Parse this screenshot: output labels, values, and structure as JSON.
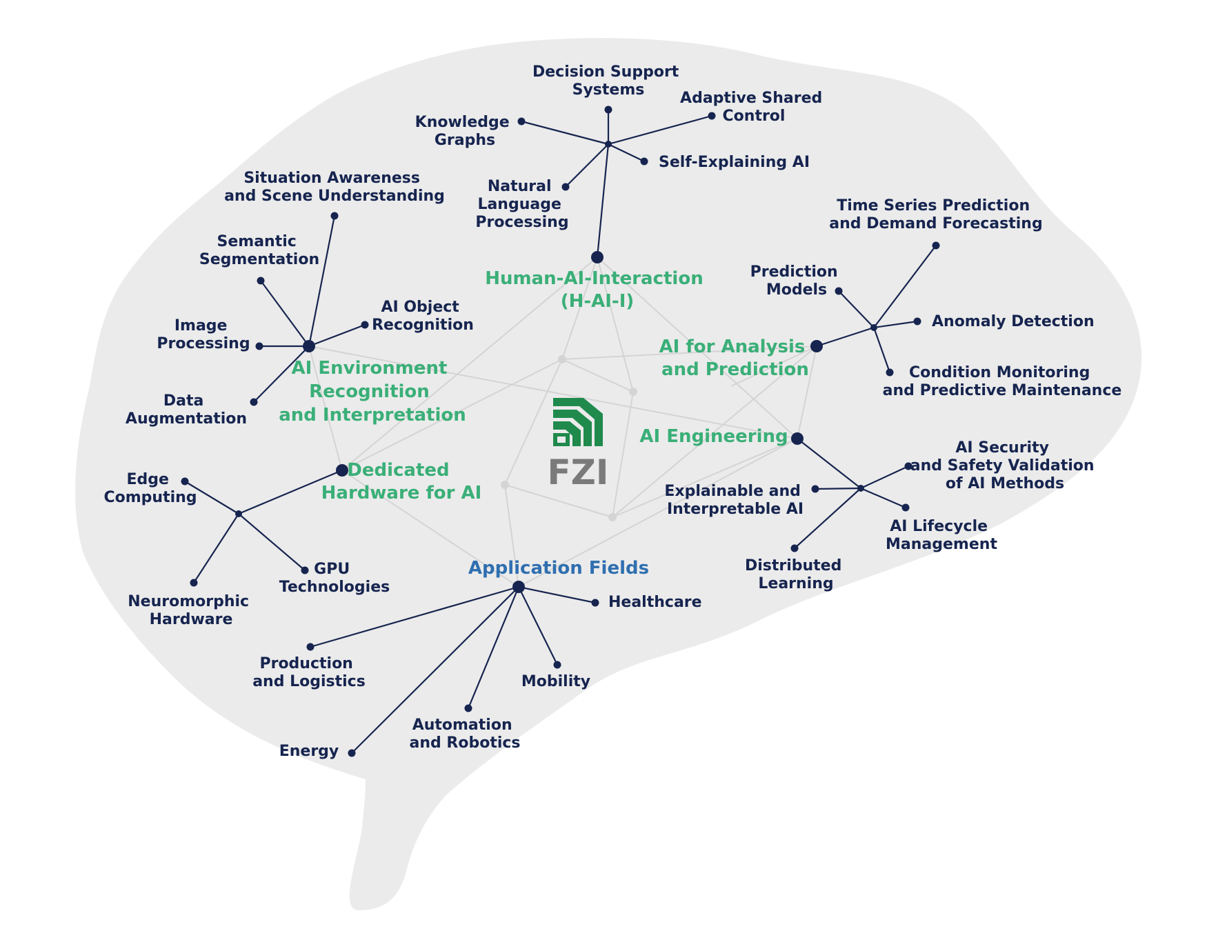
{
  "diagram": {
    "center_logo": {
      "text": "FZI",
      "mark_color": "#1f8a4c",
      "text_color": "#7a7a7a"
    },
    "colors": {
      "background_shape": "#ebebeb",
      "edge": "#16244f",
      "node": "#16244f",
      "category_green": "#3aaf78",
      "category_blue": "#2f6fb0",
      "faint_network": "#d4d4d4"
    },
    "categories": {
      "haii": [
        "Human-AI-Interaction",
        "(H-AI-I)"
      ],
      "env": [
        "AI Environment",
        "Recognition",
        "and Interpretation"
      ],
      "analysis": [
        "AI for Analysis",
        "and Prediction"
      ],
      "engineering": [
        "AI Engineering"
      ],
      "hardware": [
        "Dedicated",
        "Hardware for AI"
      ],
      "application": [
        "Application Fields"
      ]
    },
    "leaves": {
      "decision_support": [
        "Decision Support",
        "Systems"
      ],
      "adaptive_control": [
        "Adaptive Shared",
        "Control"
      ],
      "knowledge_graphs": [
        "Knowledge",
        "Graphs"
      ],
      "self_explaining": [
        "Self-Explaining AI"
      ],
      "nlp": [
        "Natural",
        "Language",
        "Processing"
      ],
      "situation_awareness": [
        "Situation Awareness",
        "and Scene Understanding"
      ],
      "semantic_segmentation": [
        "Semantic",
        "Segmentation"
      ],
      "object_recognition": [
        "AI Object",
        "Recognition"
      ],
      "image_processing": [
        "Image",
        "Processing"
      ],
      "data_augmentation": [
        "Data",
        "Augmentation"
      ],
      "time_series": [
        "Time Series Prediction",
        "and Demand Forecasting"
      ],
      "prediction_models": [
        "Prediction",
        "Models"
      ],
      "anomaly_detection": [
        "Anomaly Detection"
      ],
      "condition_monitoring": [
        "Condition Monitoring",
        "and Predictive Maintenance"
      ],
      "ai_security": [
        "AI Security",
        "and Safety Validation",
        "of AI Methods"
      ],
      "explainable_ai": [
        "Explainable and",
        "Interpretable AI"
      ],
      "lifecycle": [
        "AI Lifecycle",
        "Management"
      ],
      "distributed_learning": [
        "Distributed",
        "Learning"
      ],
      "edge_computing": [
        "Edge",
        "Computing"
      ],
      "gpu": [
        "GPU",
        "Technologies"
      ],
      "neuromorphic": [
        "Neuromorphic",
        "Hardware"
      ],
      "healthcare": [
        "Healthcare"
      ],
      "production": [
        "Production",
        "and Logistics"
      ],
      "mobility": [
        "Mobility"
      ],
      "automation": [
        "Automation",
        "and Robotics"
      ],
      "energy": [
        "Energy"
      ]
    }
  }
}
